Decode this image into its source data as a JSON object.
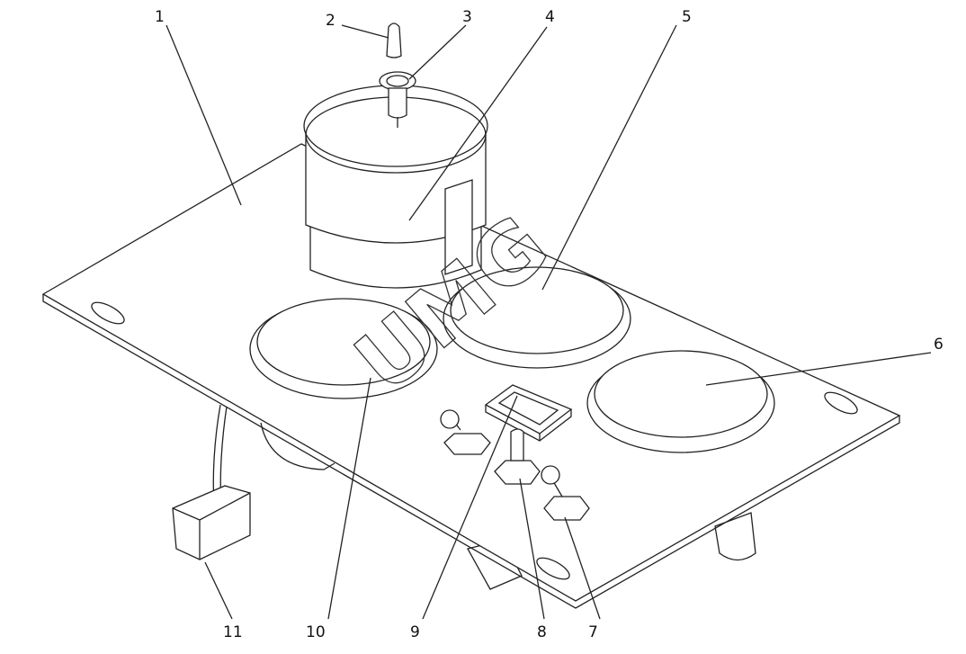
{
  "diagram": {
    "watermark": "UMG",
    "labels": [
      "1",
      "2",
      "3",
      "4",
      "5",
      "6",
      "7",
      "8",
      "9",
      "10",
      "11"
    ]
  }
}
